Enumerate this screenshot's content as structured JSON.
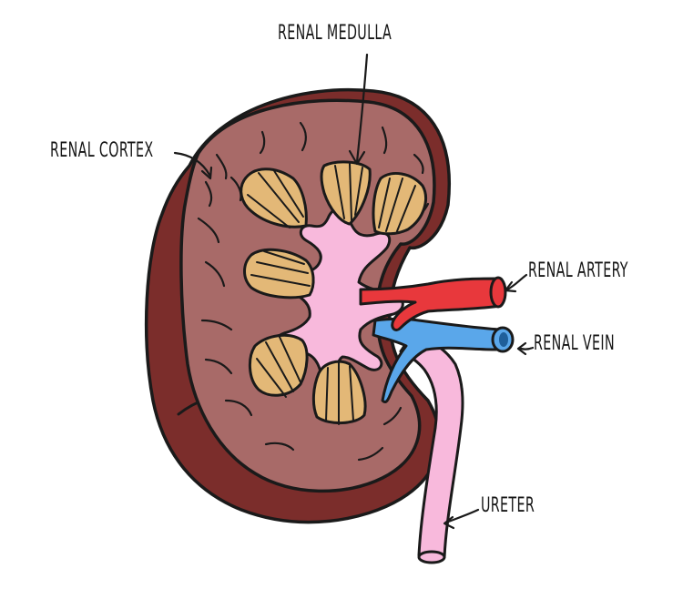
{
  "labels": {
    "renal_medulla": "RENAL MEDULLA",
    "renal_cortex": "RENAL CORTEX",
    "renal_artery": "RENAL ARTERY",
    "renal_vein": "RENAL VEIN",
    "ureter": "URETER"
  },
  "colors": {
    "capsule": "#7b2d2b",
    "cortex": "#a86a68",
    "pyramid": "#e3b877",
    "pelvis": "#f8b9dc",
    "artery": "#e8383c",
    "vein": "#5aa7ea",
    "ureter": "#f8b9dc",
    "ink": "#1a1a1a"
  }
}
